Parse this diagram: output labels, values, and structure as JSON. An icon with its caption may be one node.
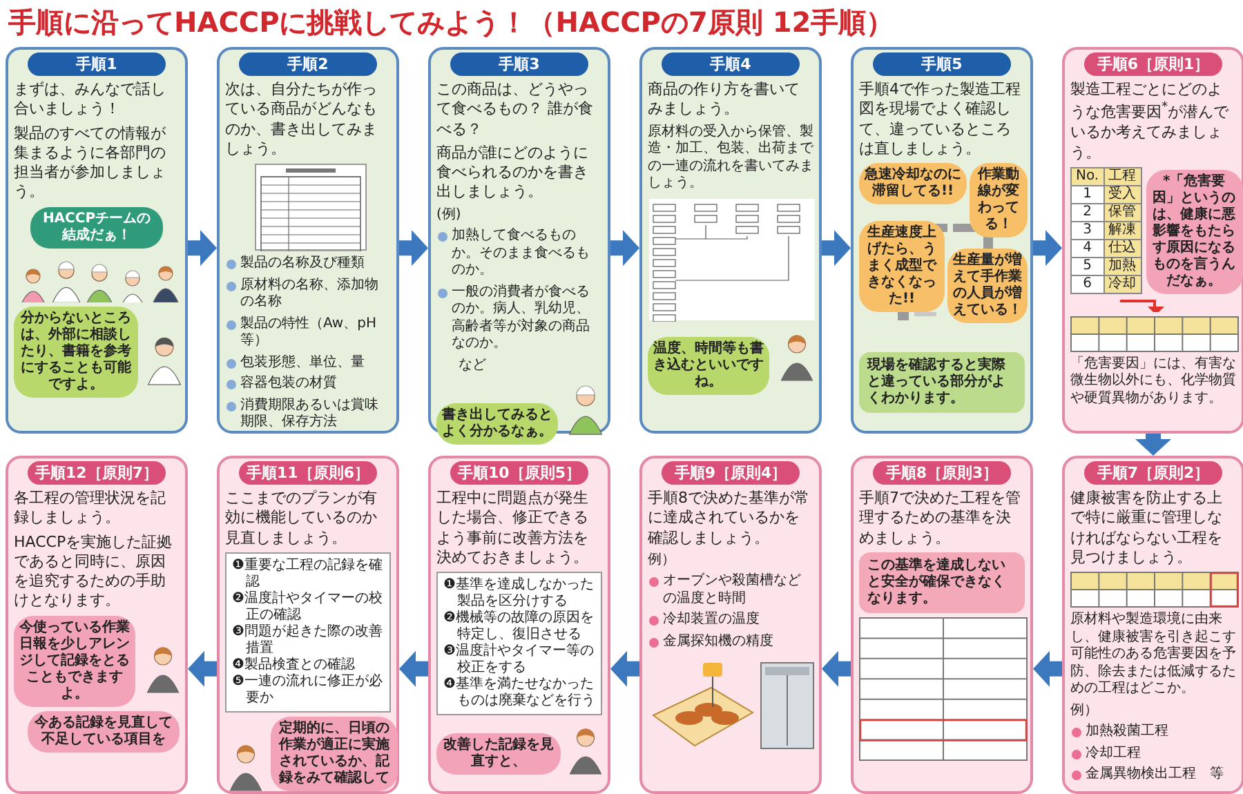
{
  "diagram": {
    "title": "手順に沿ってHACCPに挑戦してみよう！（HACCPの7原則 12手順）",
    "nodes": [
      {
        "text": [
          "手順1",
          "まずは、みんなで話し合いましょう！",
          "製品のすべての情報が集まるように各部門の担当者が参加しましょう。"
        ]
      },
      {
        "text": [
          "HACCPチームの結成だぁ！"
        ],
        "in": 0
      },
      {
        "text": [
          "分からないところは、外部に相談したり、書籍を参考にすることも可能ですよ。"
        ],
        "in": 0
      },
      {
        "text": [
          "手順2",
          "次は、自分たちが作っている商品がどんなものか、書き出してみましょう。",
          "製品の名称及び種類",
          "原材料の名称、添加物の名称",
          "製品の特性（Aw、pH等）",
          "包装形態、単位、量",
          "容器包装の材質",
          "消費期限あるいは賞味期限、保存方法"
        ]
      },
      {
        "text": [
          "手順3",
          "この商品は、どうやって食べるもの？ 誰が食べる？",
          "商品が誰にどのように食べられるのかを書き出しましょう。",
          "(例)",
          "加熱して食べるものか。そのまま食べるものか。",
          "一般の消費者が食べるのか。病人、乳幼児、高齢者等が対象の商品なのか。",
          "など"
        ]
      },
      {
        "text": [
          "書き出してみるとよく分かるなぁ。"
        ],
        "in": 4
      },
      {
        "text": [
          "手順4",
          "商品の作り方を書いてみましょう。",
          "原材料の受入から保管、製造・加工、包装、出荷までの一連の流れを書いてみましょう。"
        ]
      },
      {
        "text": [
          "温度、時間等も書き込むといいですね。"
        ],
        "in": 6
      },
      {
        "text": [
          "手順5",
          "手順4で作った製造工程図を現場でよく確認して、違っているところは直しましょう。"
        ]
      },
      {
        "text": [
          "急速冷却なのに滞留してる!!"
        ],
        "in": 8
      },
      {
        "text": [
          "作業動線が変わってる！"
        ],
        "in": 8
      },
      {
        "text": [
          "生産量が増えて手作業の人員が増えている！"
        ],
        "in": 8
      },
      {
        "text": [
          "生産速度上げたら、うまく成型できなくなった!!"
        ],
        "in": 8
      },
      {
        "text": [
          "現場を確認すると実際と違っている部分がよくわかります。"
        ],
        "in": 8
      },
      {
        "text": [
          "手順6［原則1］",
          "製造工程ごとにどのような危害要因$^{*}$が潜んでいるか考えてみましょう。",
          "「危害要因」には、有害な微生物以外にも、化学物質や硬質異物があります。"
        ]
      },
      {
        "text": [
          "*「危害要因」というのは、健康に悪影響をもたらす原因になるものを言うんだなぁ。"
        ],
        "in": 14
      },
      {
        "text": [
          "手順7［原則2］",
          "健康被害を防止する上で特に厳重に管理しなければならない工程を見つけましょう。",
          "原材料や製造環境に由来し、健康被害を引き起こす可能性のある危害要因を予防、除去または低減するための工程はどこか。",
          "例）",
          "加熱殺菌工程",
          "冷却工程",
          "金属異物検出工程　等"
        ]
      },
      {
        "text": [
          "手順8［原則3］",
          "手順7で決めた工程を管理するための基準を決めましょう。"
        ]
      },
      {
        "text": [
          "この基準を達成しないと安全が確保できなくなります。"
        ],
        "in": 17
      },
      {
        "text": [
          "手順9［原則4］",
          "手順8で決めた基準が常に達成されているかを確認しましょう。",
          "例）",
          "オーブンや殺菌槽などの温度と時間",
          "冷却装置の温度",
          "金属探知機の精度"
        ]
      },
      {
        "text": [
          "手順10［原則5］",
          "工程中に問題点が発生した場合、修正できるよう事前に改善方法を決めておきましょう。"
        ]
      },
      {
        "text": [
          "❶基準を達成しなかった製品を区分けする",
          "❷機械等の故障の原因を特定し、復旧させる",
          "❸温度計やタイマー等の校正をする",
          "❹基準を満たせなかったものは廃棄などを行う"
        ],
        "in": 20
      },
      {
        "text": [
          "改善した記録を見直すと、"
        ],
        "in": 20
      },
      {
        "text": [
          "手順11［原則6］",
          "ここまでのプランが有効に機能しているのか見直しましょう。"
        ]
      },
      {
        "text": [
          "❶重要な工程の記録を確認",
          "❷温度計やタイマーの校正の確認",
          "❸問題が起きた際の改善措置",
          "❹製品検査との確認",
          "❺一連の流れに修正が必要か"
        ],
        "in": 23
      },
      {
        "text": [
          "定期的に、日頃の作業が適正に実施されているか、記録をみて確認して"
        ],
        "in": 23
      },
      {
        "text": [
          "手順12［原則7］",
          "各工程の管理状況を記録しましょう。",
          "HACCPを実施した証拠であると同時に、原因を追究するための手助けとなります。"
        ]
      },
      {
        "text": [
          "今使っている作業日報を少しアレンジして記録をとることもできますよ。"
        ],
        "in": 26
      },
      {
        "text": [
          "今ある記録を見直して不足している項目を"
        ],
        "in": 26
      }
    ],
    "edges": [
      {
        "from": 0,
        "to": 3,
        "arrow": "to"
      },
      {
        "from": 3,
        "to": 4,
        "arrow": "to"
      },
      {
        "from": 4,
        "to": 6,
        "arrow": "to"
      },
      {
        "from": 6,
        "to": 8,
        "arrow": "to"
      },
      {
        "from": 8,
        "to": 14,
        "arrow": "to"
      },
      {
        "from": 14,
        "to": 16,
        "arrow": "to"
      },
      {
        "from": 16,
        "to": 17,
        "arrow": "to"
      },
      {
        "from": 17,
        "to": 19,
        "arrow": "to"
      },
      {
        "from": 19,
        "to": 20,
        "arrow": "to"
      },
      {
        "from": 20,
        "to": 23,
        "arrow": "to"
      },
      {
        "from": 23,
        "to": 26,
        "arrow": "to"
      }
    ],
    "labels": [
      "No.",
      "工程",
      "1",
      "受入",
      "2",
      "保管",
      "3",
      "解凍",
      "4",
      "仕込",
      "5",
      "加熱",
      "6",
      "冷却"
    ]
  }
}
